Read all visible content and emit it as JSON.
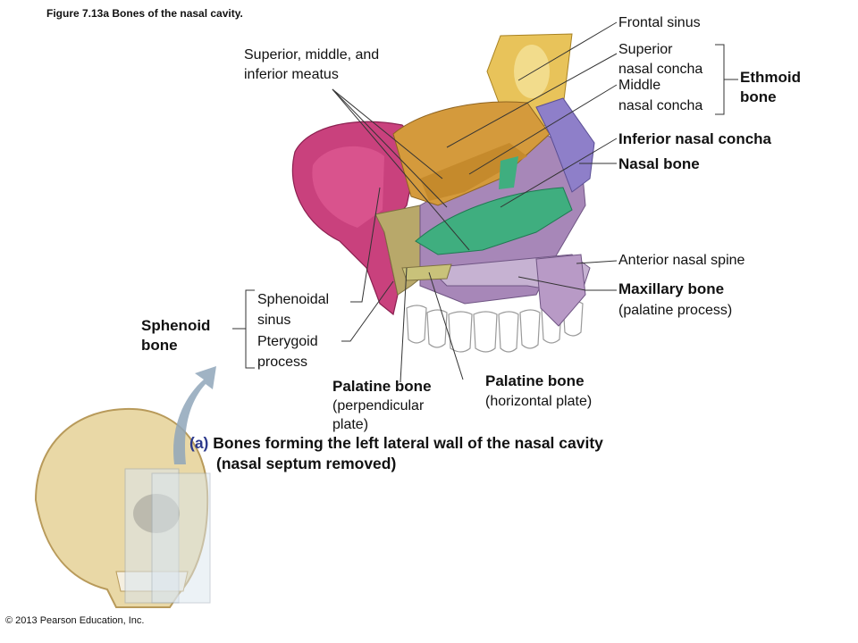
{
  "figure_title": "Figure 7.13a  Bones of the nasal cavity.",
  "labels": {
    "frontal_sinus": "Frontal sinus",
    "superior_concha_1": "Superior",
    "superior_concha_2": "nasal concha",
    "middle_concha_1": "Middle",
    "middle_concha_2": "nasal concha",
    "ethmoid_1": "Ethmoid",
    "ethmoid_2": "bone",
    "inferior_concha": "Inferior nasal concha",
    "nasal_bone": "Nasal bone",
    "meatus_1": "Superior, middle, and",
    "meatus_2": "inferior meatus",
    "anterior_spine": "Anterior nasal spine",
    "maxillary_1": "Maxillary bone",
    "maxillary_2": "(palatine process)",
    "sphenoidal_1": "Sphenoidal",
    "sphenoidal_2": "sinus",
    "pterygoid_1": "Pterygoid",
    "pterygoid_2": "process",
    "sphenoid_1": "Sphenoid",
    "sphenoid_2": "bone",
    "palatine_perp_1": "Palatine bone",
    "palatine_perp_2": "(perpendicular",
    "palatine_perp_3": "plate)",
    "palatine_horiz_1": "Palatine bone",
    "palatine_horiz_2": "(horizontal plate)"
  },
  "caption": {
    "letter": "(a)",
    "line1": "Bones forming the left lateral wall of the nasal cavity",
    "line2": "(nasal septum removed)"
  },
  "copyright": "© 2013 Pearson Education, Inc.",
  "colors": {
    "frontal": "#e8c35a",
    "ethmoid": "#d49a3c",
    "nasal": "#8e7fc9",
    "inferior_concha": "#3fae7f",
    "maxilla": "#a787b8",
    "sphenoid": "#c9417d",
    "palatine": "#b8a86a",
    "skull": "#e9d8a6"
  }
}
